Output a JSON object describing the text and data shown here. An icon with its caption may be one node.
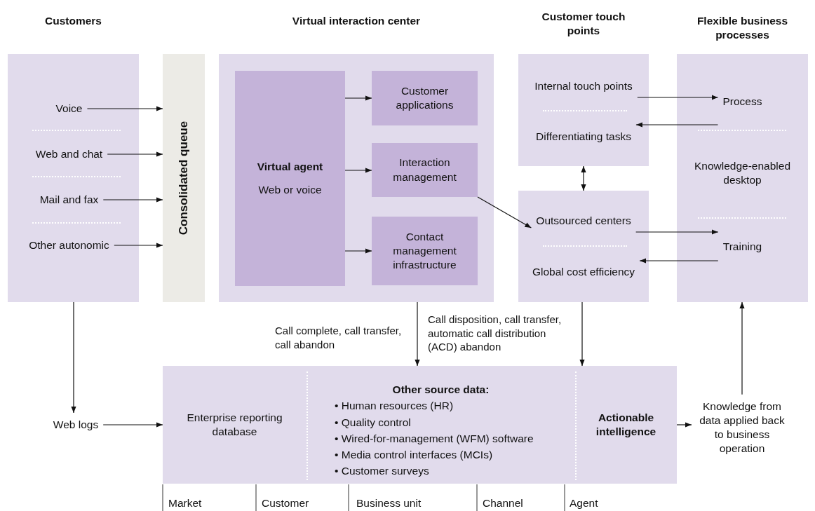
{
  "diagram": {
    "nodes": [
      {
        "text": [
          "Customers"
        ]
      },
      {
        "text": [
          "Voice"
        ],
        "in": 0
      },
      {
        "text": [
          "Web and chat"
        ],
        "in": 0
      },
      {
        "text": [
          "Mail and fax"
        ],
        "in": 0
      },
      {
        "text": [
          "Other autonomic"
        ],
        "in": 0
      },
      {
        "text": [
          "Consolidated queue"
        ]
      },
      {
        "text": [
          "Virtual interaction center"
        ]
      },
      {
        "text": [
          "Virtual agent",
          "Web or voice"
        ],
        "in": 6
      },
      {
        "text": [
          "Customer applications"
        ],
        "in": 6
      },
      {
        "text": [
          "Interaction management"
        ],
        "in": 6
      },
      {
        "text": [
          "Contact management infrastructure"
        ],
        "in": 6
      },
      {
        "text": [],
        "shape": "box"
      },
      {
        "text": [
          "Internal touch points"
        ],
        "in": 11
      },
      {
        "text": [
          "Differentiating tasks"
        ],
        "in": 11
      },
      {
        "text": [],
        "shape": "box"
      },
      {
        "text": [
          "Outsourced centers"
        ],
        "in": 14
      },
      {
        "text": [
          "Global cost efficiency"
        ],
        "in": 14
      },
      {
        "text": [
          "Flexible business processes"
        ]
      },
      {
        "text": [
          "Process"
        ],
        "in": 17
      },
      {
        "text": [
          "Knowledge-enabled desktop"
        ],
        "in": 17
      },
      {
        "text": [
          "Training"
        ],
        "in": 17
      },
      {
        "text": [
          "Web logs"
        ]
      },
      {
        "text": [],
        "shape": "box"
      },
      {
        "text": [
          "Enterprise reporting database"
        ],
        "in": 22
      },
      {
        "text": [
          "Other source data:",
          "• Human resources (HR)",
          "• Quality control",
          "• Wired-for-management (WFM) software",
          "• Media control interfaces (MCIs)",
          "• Customer surveys"
        ],
        "in": 22
      },
      {
        "text": [
          "Actionable intelligence"
        ],
        "in": 22
      },
      {
        "text": [
          "Knowledge from data applied back to business operation"
        ]
      }
    ],
    "edges": [
      {
        "from": 1,
        "to": 5,
        "arrow": "to"
      },
      {
        "from": 2,
        "to": 5,
        "arrow": "to"
      },
      {
        "from": 3,
        "to": 5,
        "arrow": "to"
      },
      {
        "from": 4,
        "to": 5,
        "arrow": "to"
      },
      {
        "from": 7,
        "to": 8,
        "arrow": "to"
      },
      {
        "from": 7,
        "to": 9,
        "arrow": "to"
      },
      {
        "from": 7,
        "to": 10,
        "arrow": "to"
      },
      {
        "from": 12,
        "to": 18,
        "arrow": "to"
      },
      {
        "from": 18,
        "to": 13,
        "arrow": "to"
      },
      {
        "from": 11,
        "to": 14,
        "arrow": "both"
      },
      {
        "from": 15,
        "to": 20,
        "arrow": "to"
      },
      {
        "from": 20,
        "to": 16,
        "arrow": "to"
      },
      {
        "from": 9,
        "to": 15,
        "arrow": "to"
      },
      {
        "from": 0,
        "to": 21,
        "arrow": "to"
      },
      {
        "from": 21,
        "to": 23,
        "arrow": "to"
      },
      {
        "from": 6,
        "to": 24,
        "arrow": "to",
        "label": "Call complete, call transfer, call abandon"
      },
      {
        "from": 14,
        "to": 25,
        "arrow": "to",
        "label": "Call disposition, call transfer, automatic call distribution (ACD) abandon"
      },
      {
        "from": 22,
        "to": 26,
        "arrow": "to"
      },
      {
        "from": 26,
        "to": 17,
        "arrow": "to"
      }
    ],
    "labels": [
      "Customer touch points",
      "Market",
      "Customer",
      "Business unit",
      "Channel",
      "Agent"
    ]
  }
}
